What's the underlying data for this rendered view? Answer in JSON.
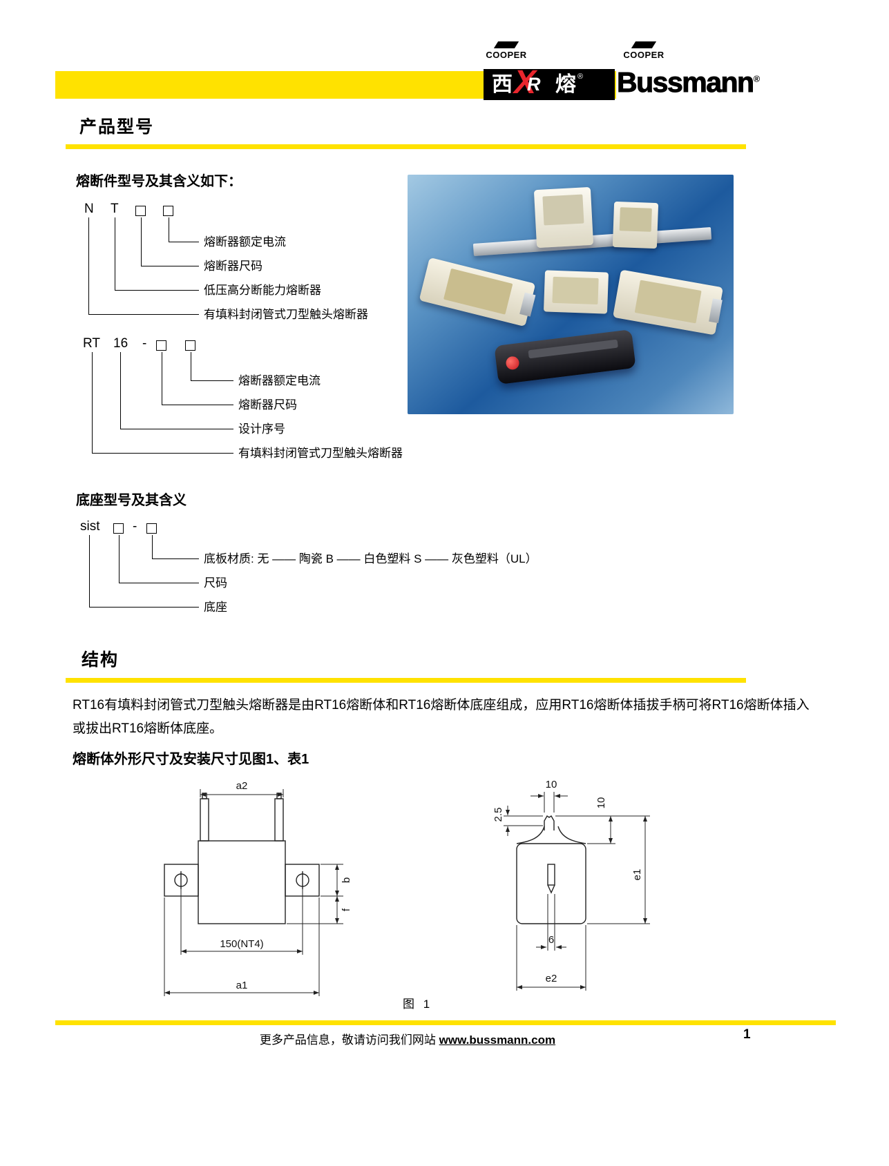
{
  "colors": {
    "accent_yellow": "#FFE200",
    "logo_red": "#E8262D",
    "photo_blue": "#1D5A9E"
  },
  "header": {
    "cooper_word_left": "COOPER",
    "cooper_word_right": "COOPER",
    "xirong": {
      "xi": "西",
      "x": "X",
      "r": "R",
      "rong": "熔",
      "reg": "®"
    },
    "bussmann": "Bussmann",
    "bussmann_reg": "®"
  },
  "product_model": {
    "section_title": "产品型号",
    "intro": "熔断件型号及其含义如下：",
    "nt": {
      "p1": "N",
      "p2": "T",
      "labels": [
        "熔断器额定电流",
        "熔断器尺码",
        "低压高分断能力熔断器",
        "有填料封闭管式刀型触头熔断器"
      ]
    },
    "rt": {
      "p1": "RT",
      "p2": "16",
      "dash": "-",
      "labels": [
        "熔断器额定电流",
        "熔断器尺码",
        "设计序号",
        "有填料封闭管式刀型触头熔断器"
      ]
    },
    "base_title": "底座型号及其含义",
    "sist": {
      "p1": "sist",
      "dash": "-",
      "labels": [
        "底板材质: 无 —— 陶瓷 B —— 白色塑料 S —— 灰色塑料（UL）",
        "尺码",
        "底座"
      ]
    }
  },
  "structure": {
    "section_title": "结构",
    "paragraph": "RT16有填料封闭管式刀型触头熔断器是由RT16熔断体和RT16熔断体底座组成，应用RT16熔断体插拔手柄可将RT16熔断体插入或拔出RT16熔断体底座。",
    "figure_intro": "熔断体外形尺寸及安装尺寸见图1、表1",
    "figure_caption": "图 1"
  },
  "figure1": {
    "left": {
      "a2": "a2",
      "b": "b",
      "f": "f",
      "mid": "150(NT4)",
      "a1": "a1"
    },
    "right": {
      "top10": "10",
      "d25": "2.5",
      "right10": "10",
      "e1": "e1",
      "d6": "6",
      "e2": "e2"
    }
  },
  "footer": {
    "text": "更多产品信息，敬请访问我们网站 ",
    "link": "www.bussmann.com",
    "page_number": "1"
  }
}
